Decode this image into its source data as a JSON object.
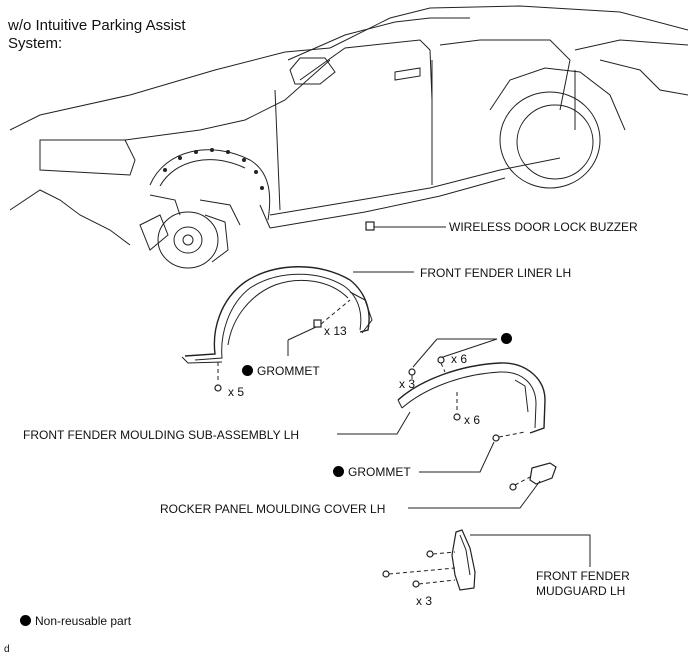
{
  "header": {
    "title_line1": "w/o Intuitive Parking Assist",
    "title_line2": "System:"
  },
  "labels": {
    "buzzer": "WIRELESS DOOR LOCK BUZZER",
    "liner": "FRONT FENDER LINER LH",
    "grommet": "GROMMET",
    "moulding": "FRONT FENDER MOULDING SUB-ASSEMBLY LH",
    "rocker": "ROCKER PANEL MOULDING COVER LH",
    "mudguard_line1": "FRONT FENDER",
    "mudguard_line2": "MUDGUARD LH"
  },
  "quantities": {
    "liner_clips": "x 13",
    "liner_screws": "x 5",
    "moulding_clips_top": "x 6",
    "moulding_screws_left": "x 3",
    "moulding_screws_mid": "x 6",
    "mudguard_screws": "x 3"
  },
  "legend": {
    "non_reusable": "Non-reusable part"
  },
  "footer": {
    "code": "d"
  },
  "colors": {
    "line": "#222222",
    "marker": "#000000"
  }
}
